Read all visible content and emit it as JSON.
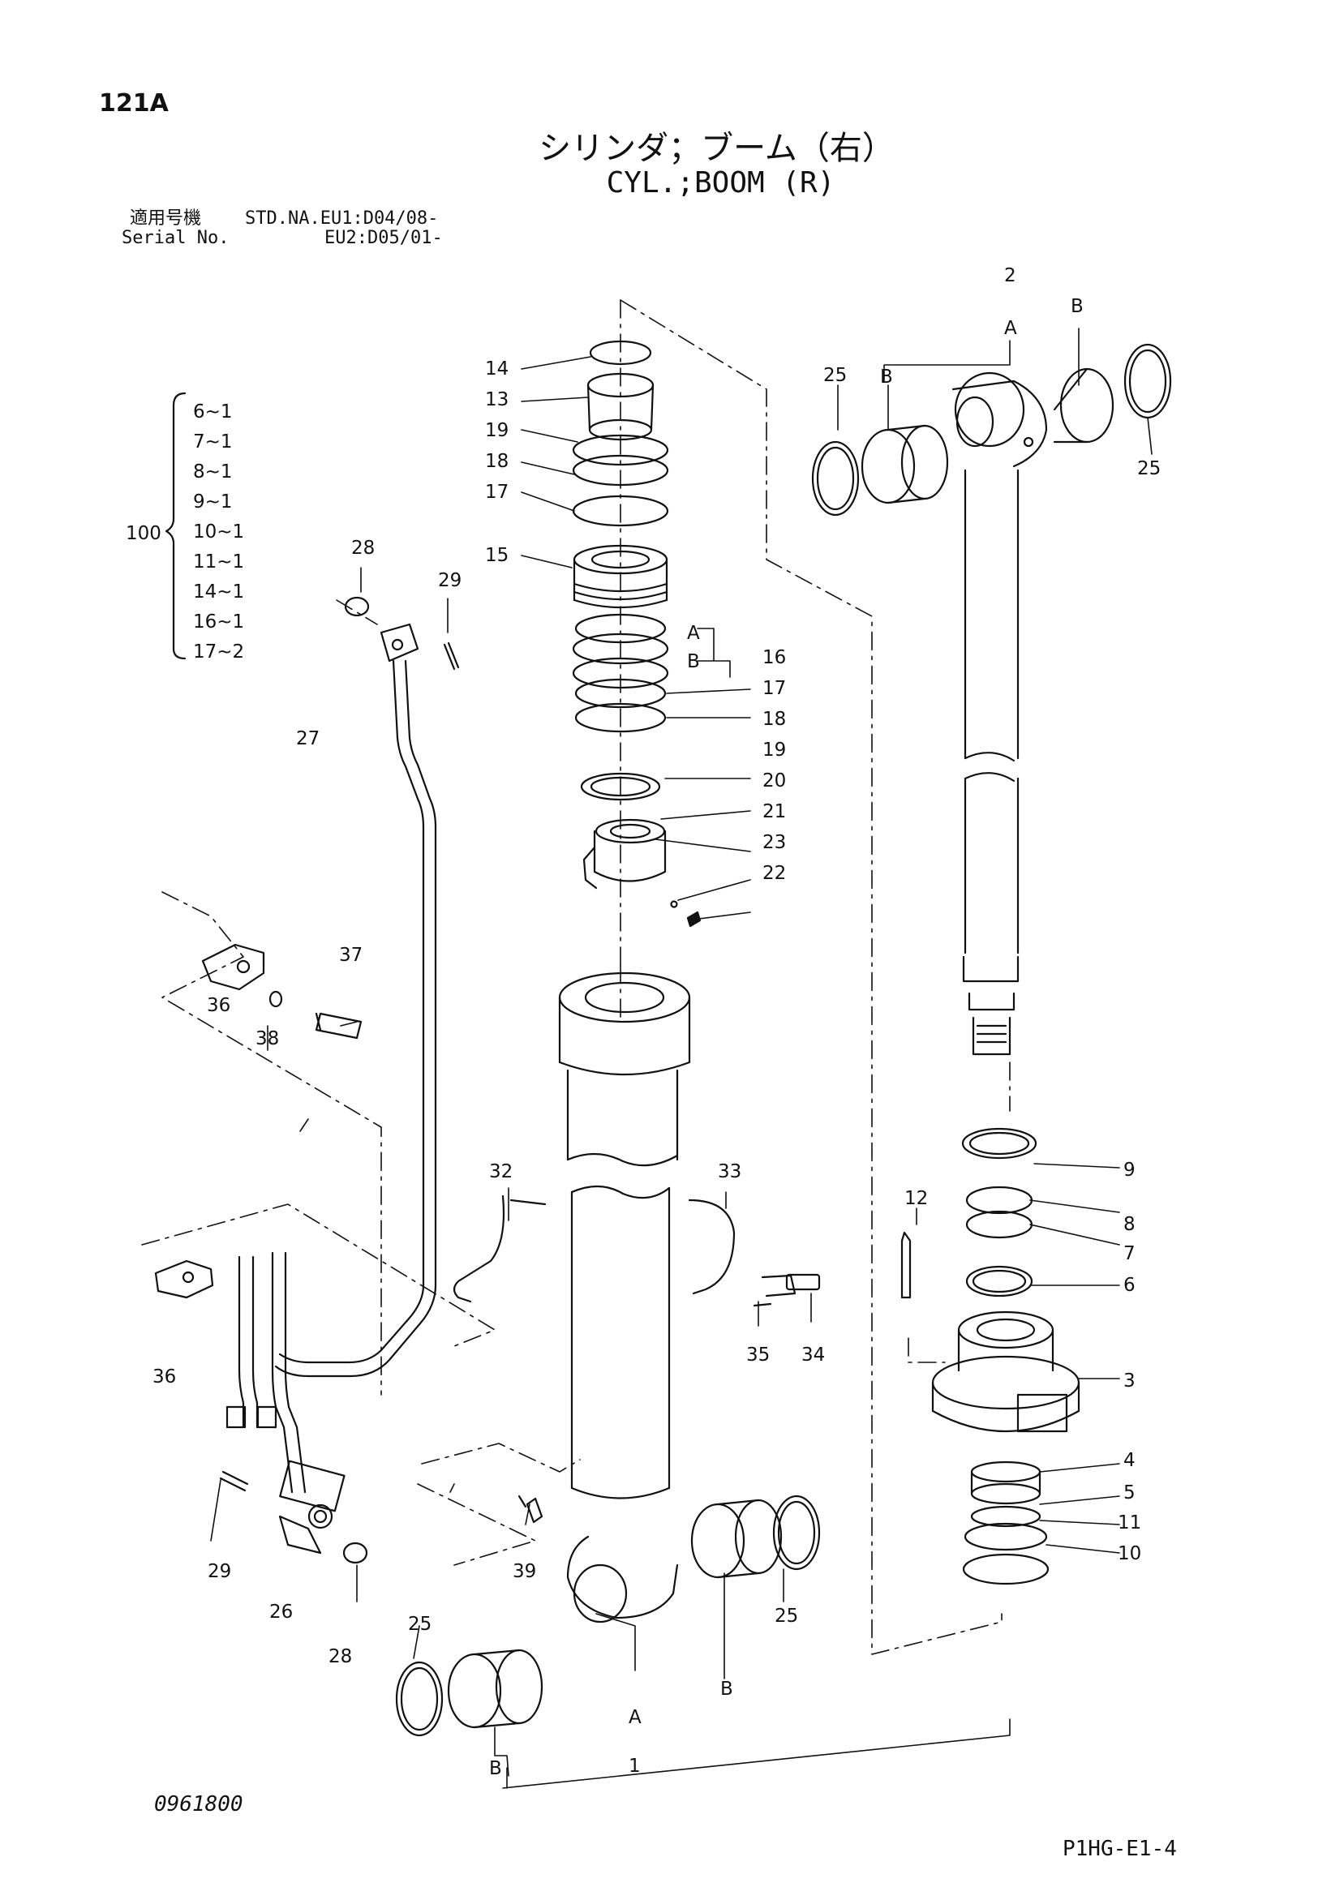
{
  "header": {
    "page_code": "121A",
    "title_jp": "シリンダ；ブーム（右）",
    "title_en": "CYL.;BOOM (R)",
    "applicable_label_jp": "適用号機",
    "serial_label": "Serial No.",
    "serial_line1": "STD.NA.EU1:D04/08-",
    "serial_line2": "EU2:D05/01-"
  },
  "kit": {
    "number": "100",
    "items": [
      "6~1",
      "7~1",
      "8~1",
      "9~1",
      "10~1",
      "11~1",
      "14~1",
      "16~1",
      "17~2"
    ]
  },
  "callouts": {
    "c1": "1",
    "c2": "2",
    "c3": "3",
    "c4": "4",
    "c5": "5",
    "c6": "6",
    "c7": "7",
    "c8": "8",
    "c9": "9",
    "c10": "10",
    "c11": "11",
    "c12": "12",
    "c13": "13",
    "c14": "14",
    "c15": "15",
    "c16": "16",
    "c17": "17",
    "c18": "18",
    "c19": "19",
    "c20": "20",
    "c21": "21",
    "c22": "22",
    "c23": "23",
    "c25": "25",
    "c26": "26",
    "c27": "27",
    "c28": "28",
    "c29": "29",
    "c32": "32",
    "c33": "33",
    "c34": "34",
    "c35": "35",
    "c36": "36",
    "c37": "37",
    "c38": "38",
    "c39": "39",
    "A": "A",
    "B": "B"
  },
  "footer": {
    "drawing_no": "0961800",
    "page_ref": "P1HG-E1-4"
  }
}
